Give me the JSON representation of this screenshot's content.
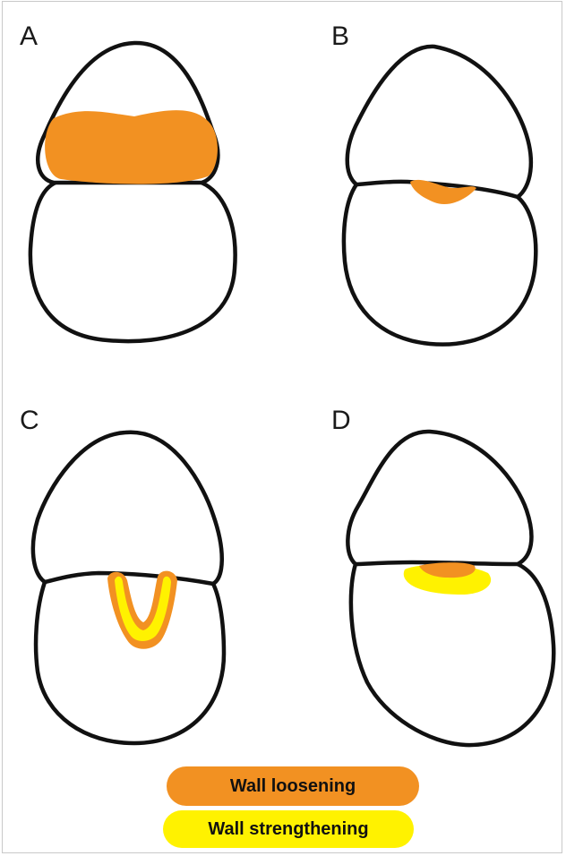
{
  "panels": [
    {
      "label": "A"
    },
    {
      "label": "B"
    },
    {
      "label": "C"
    },
    {
      "label": "D"
    }
  ],
  "legend": [
    {
      "label": "Wall loosening",
      "color": "#f29122"
    },
    {
      "label": "Wall strengthening",
      "color": "#fff200"
    }
  ],
  "colors": {
    "outline": "#111111",
    "loosening": "#f29122",
    "strengthening": "#fff200"
  }
}
